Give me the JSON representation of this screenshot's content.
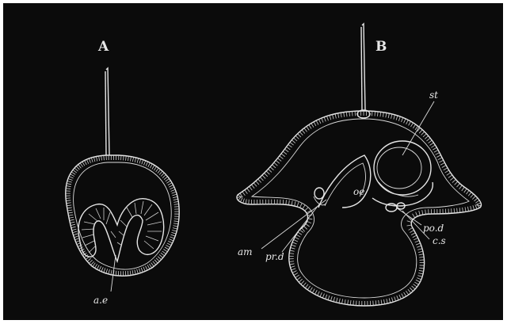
{
  "figure": {
    "panel_a": {
      "letter": "A",
      "labels": {
        "ae": "a.e"
      }
    },
    "panel_b": {
      "letter": "B",
      "labels": {
        "st": "st",
        "oe": "oe",
        "pod": "po.d",
        "cs": "c.s",
        "am": "am",
        "prd": "pr.d"
      }
    },
    "colors": {
      "background": "#0b0b0b",
      "line": "#e6e6e6",
      "border": "#ffffff"
    }
  }
}
